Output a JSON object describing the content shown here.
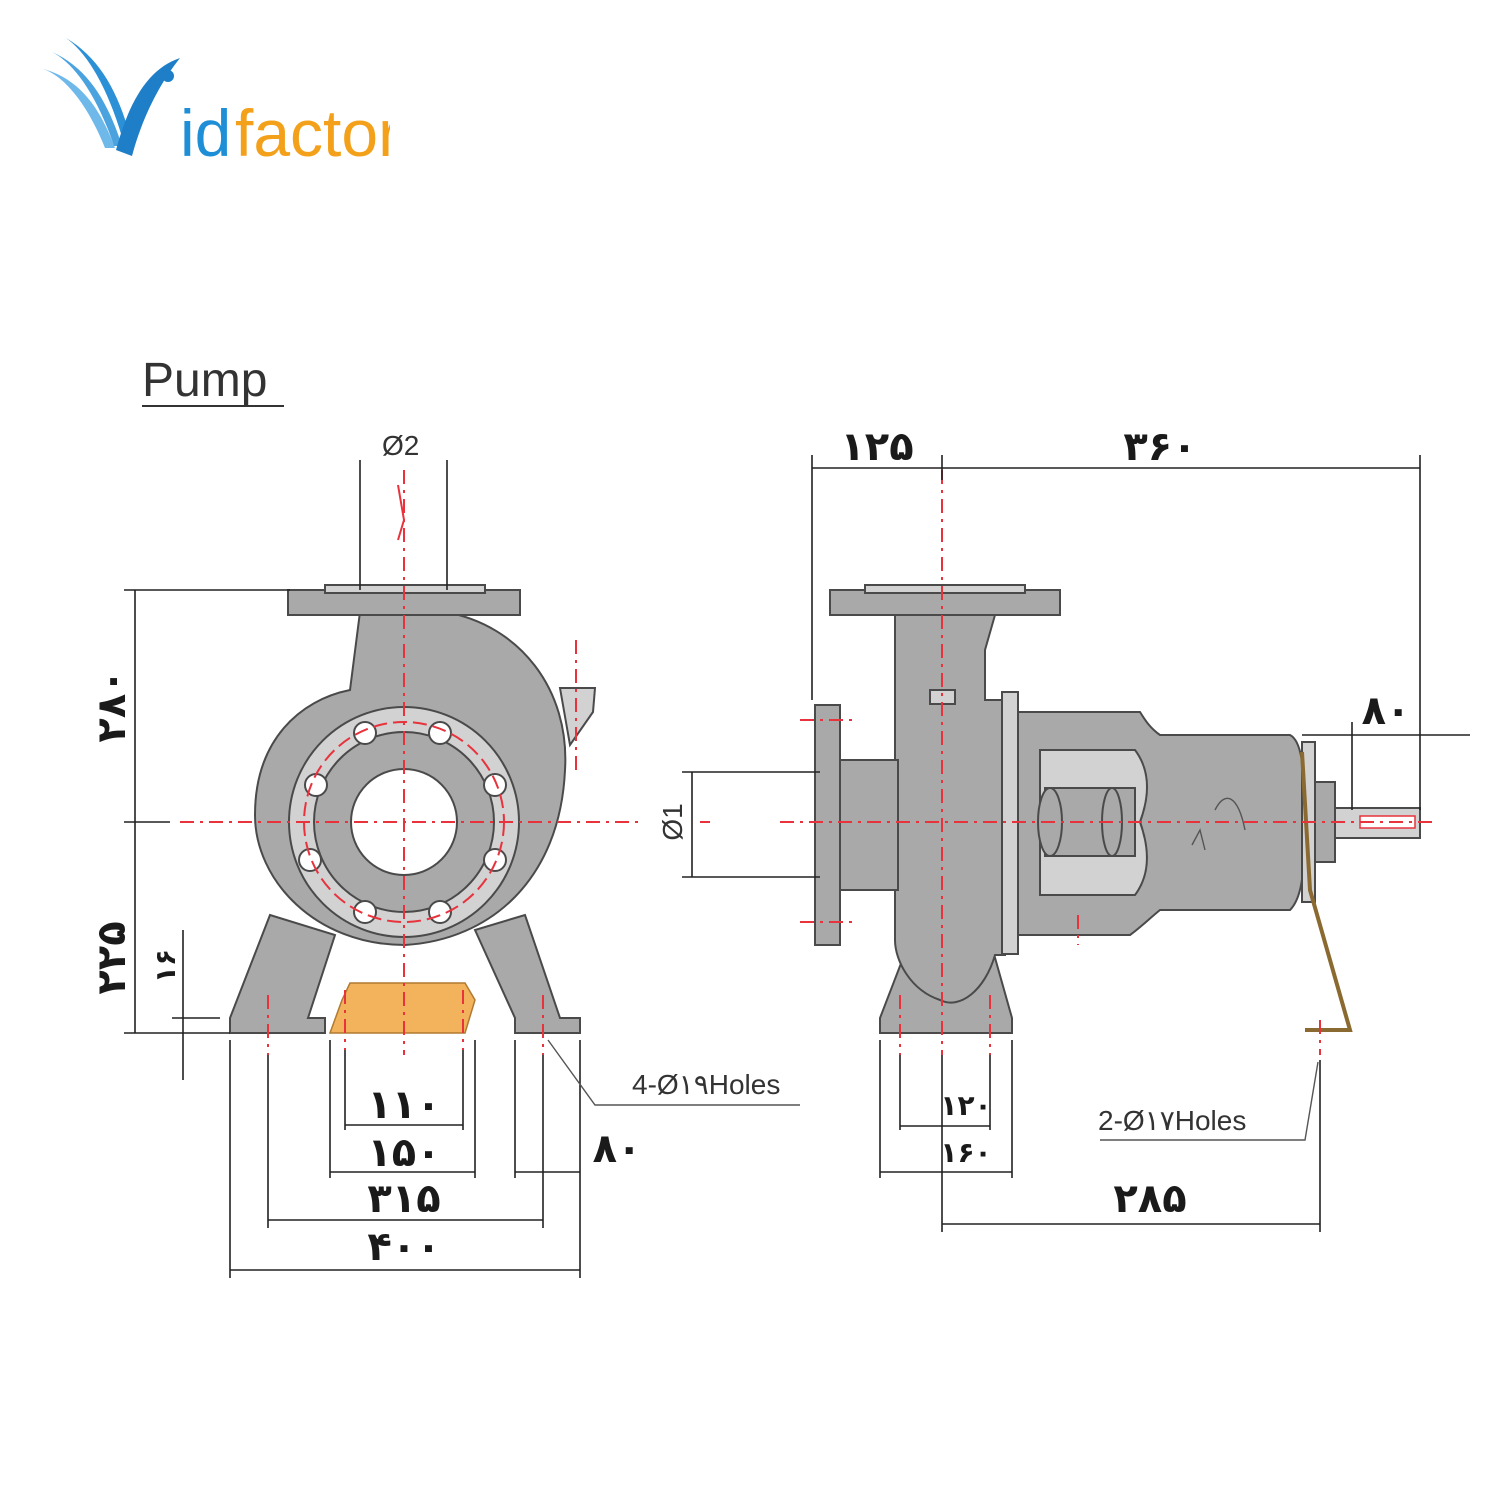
{
  "brand": {
    "name_prefix": "V",
    "name_id": "id",
    "name_rest": "factor",
    "colors": {
      "blue": "#1e8fd6",
      "orange": "#f3a11b"
    }
  },
  "title": "Pump",
  "front_view": {
    "discharge_diameter": "Ø2",
    "height_upper": "۲۸۰",
    "height_lower": "۲۲۵",
    "foot_thickness": "۱۶",
    "holes_label": "4-Ø۱۹Holes",
    "widths": {
      "inner": "۱۱۰",
      "base": "۱۵۰",
      "foot_width": "۸۰",
      "hole_spacing": "۳۱۵",
      "overall": "۴۰۰"
    }
  },
  "side_view": {
    "suction_offset": "۱۲۵",
    "shaft_length": "۳۶۰",
    "shaft_extension": "۸۰",
    "suction_diameter": "Ø1",
    "holes_label": "2-Ø۱۷Holes",
    "widths": {
      "hole_spacing": "۱۲۰",
      "foot_width": "۱۶۰",
      "support_distance": "۲۸۵"
    }
  },
  "colors": {
    "body": "#a9a9a9",
    "center_line": "#e8323c",
    "base_block": "#f2b35c"
  }
}
